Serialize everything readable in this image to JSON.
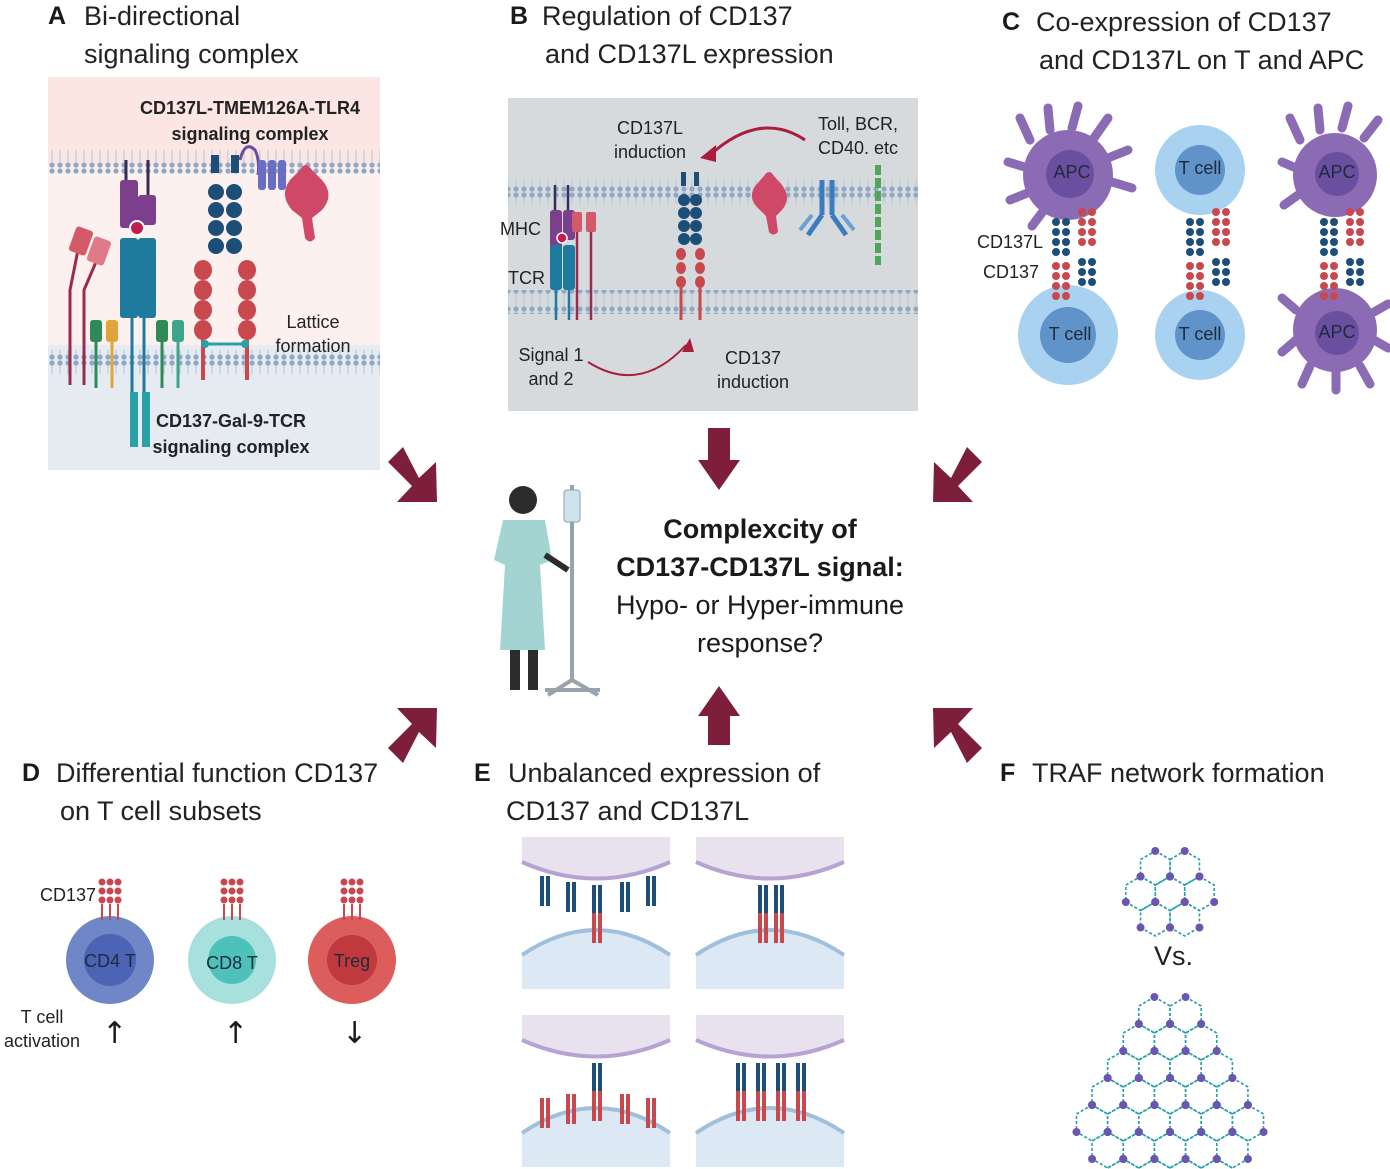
{
  "center": {
    "title_line1": "Complexcity of",
    "title_line2": "CD137-CD137L signal:",
    "sub_line1": "Hypo- or Hyper-immune",
    "sub_line2": "response?"
  },
  "panelA": {
    "letter": "A",
    "title_line1": "Bi-directional",
    "title_line2": "signaling complex",
    "complex_top_line1": "CD137L-TMEM126A-TLR4",
    "complex_top_line2": "signaling complex",
    "lattice_line1": "Lattice",
    "lattice_line2": "formation",
    "complex_bottom_line1": "CD137-Gal-9-TCR",
    "complex_bottom_line2": "signaling complex"
  },
  "panelB": {
    "letter": "B",
    "title_line1": "Regulation of CD137",
    "title_line2": "and CD137L expression",
    "cd137l_ind_line1": "CD137L",
    "cd137l_ind_line2": "induction",
    "toll_line1": "Toll, BCR,",
    "toll_line2": "CD40. etc",
    "mhc": "MHC",
    "tcr": "TCR",
    "signal_line1": "Signal 1",
    "signal_line2": "and 2",
    "cd137_ind_line1": "CD137",
    "cd137_ind_line2": "induction"
  },
  "panelC": {
    "letter": "C",
    "title_line1": "Co-expression of CD137",
    "title_line2": "and CD137L on T and APC",
    "cd137l": "CD137L",
    "cd137": "CD137",
    "apc": "APC",
    "tcell": "T cell"
  },
  "panelD": {
    "letter": "D",
    "title_line1": "Differential function CD137",
    "title_line2": "on T cell subsets",
    "cd137": "CD137",
    "cd4": "CD4 T",
    "cd8": "CD8 T",
    "treg": "Treg",
    "activation_line1": "T cell",
    "activation_line2": "activation",
    "arrow_cd4": "↑",
    "arrow_cd8": "↑",
    "arrow_treg": "↓"
  },
  "panelE": {
    "letter": "E",
    "title_line1": "Unbalanced expression of",
    "title_line2": "CD137 and CD137L"
  },
  "panelF": {
    "letter": "F",
    "title": "TRAF network formation",
    "vs": "Vs."
  },
  "colors": {
    "arrow": "#7d1f3b",
    "membrane": "#9db4cc",
    "cd137_red": "#c9484e",
    "cd137l_blue": "#1d4e78",
    "apc_purple": "#8c6bb5",
    "tcell_blue": "#8ec3e8",
    "teal": "#2f9e9a",
    "traf_node": "#6a55b0"
  }
}
